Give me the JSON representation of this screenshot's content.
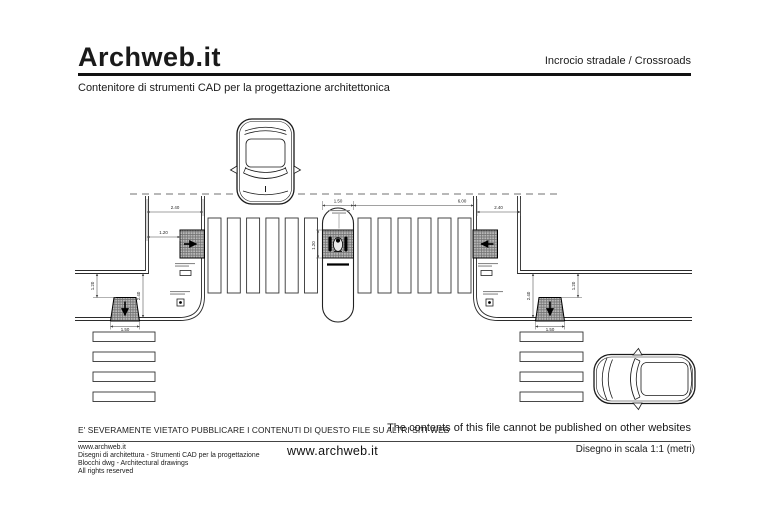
{
  "header": {
    "logo": "Archweb.it",
    "category": "Incrocio stradale  /  Crossroads",
    "subtitle": "Contenitore di strumenti CAD per la progettazione architettonica"
  },
  "drawing": {
    "dims": {
      "left_top_width": "2.40",
      "left_top_offset": "1.20",
      "island_width": "1.50",
      "road_half_width": "6.00",
      "right_top_width": "2.40",
      "island_hatch_height": "1.20",
      "left_side_width": "2.40",
      "left_ramp_offset": "1.20",
      "left_ramp_width": "1.50",
      "right_side_width": "2.40",
      "right_ramp_offset": "1.20",
      "right_ramp_width": "1.50"
    }
  },
  "disclaimer": {
    "it": "E' SEVERAMENTE VIETATO PUBBLICARE I CONTENUTI DI QUESTO FILE SU ALTRI SITI WEB",
    "en": "The contents of this file cannot be published on other websites"
  },
  "footer": {
    "left_lines": [
      "www.archweb.it",
      "Disegni di architettura - Strumenti CAD  per la progettazione",
      "Blocchi dwg - Architectural drawings",
      "All rights reserved"
    ],
    "center": "www.archweb.it",
    "right": "Disegno in scala 1:1 (metri)"
  }
}
